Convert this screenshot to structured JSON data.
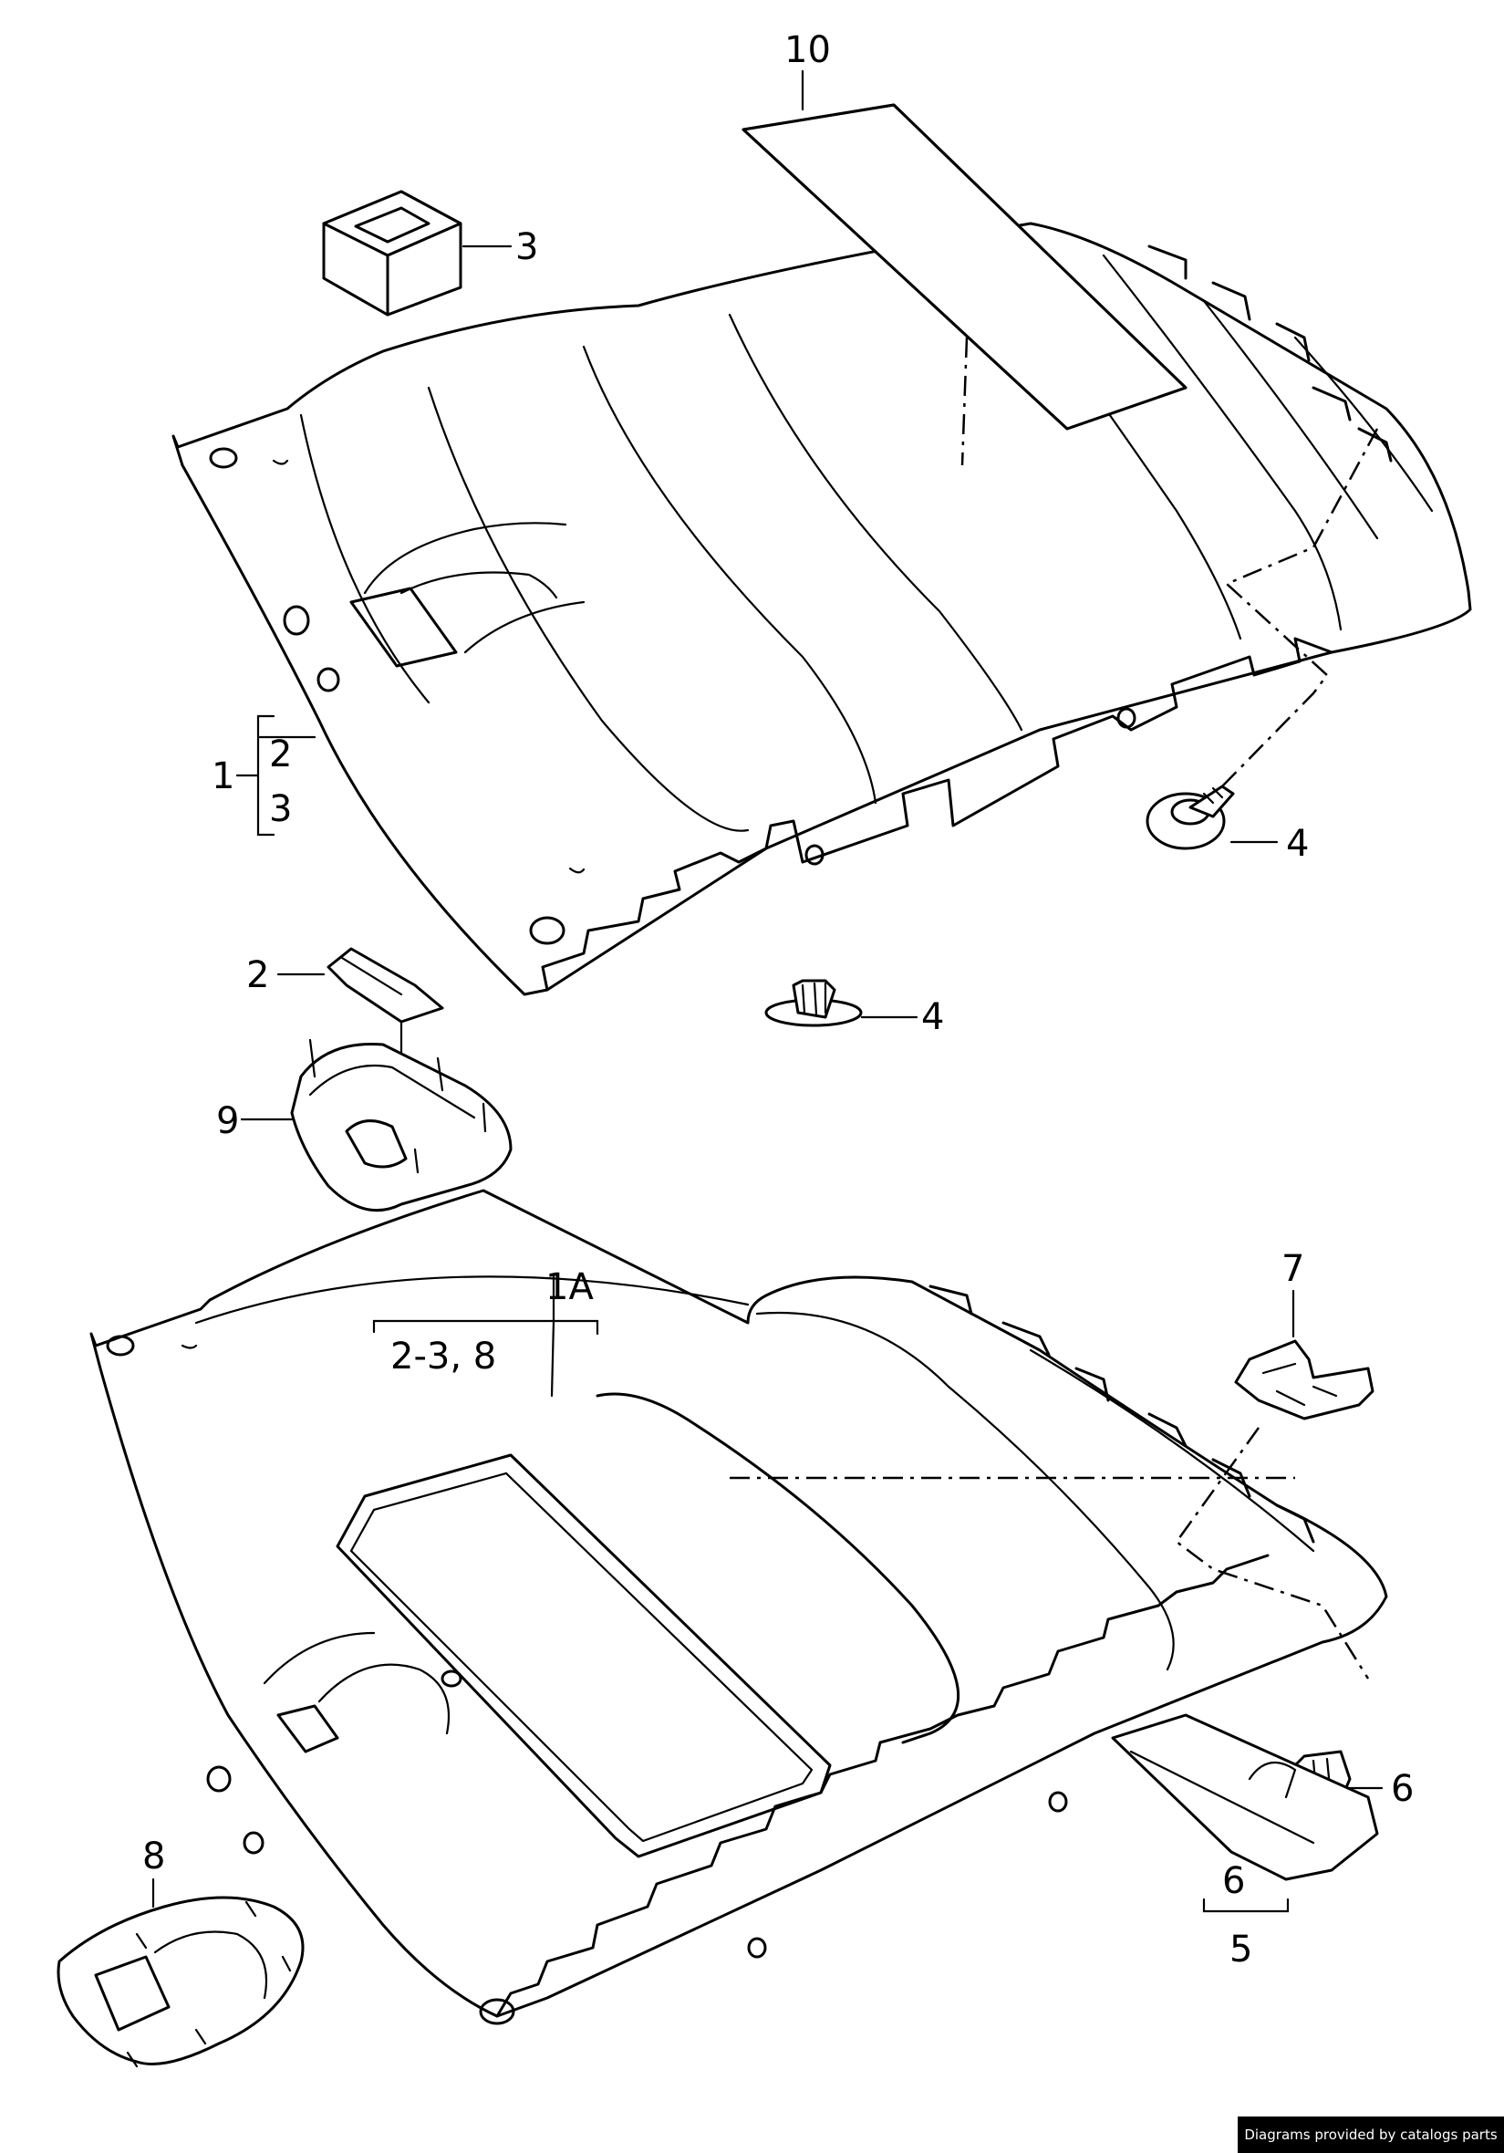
{
  "callouts": {
    "c10": "10",
    "c3": "3",
    "c1": "1",
    "c1_sub2": "2",
    "c1_sub3": "3",
    "c4a": "4",
    "c4b": "4",
    "c2": "2",
    "c9": "9",
    "c1A": "1A",
    "c1A_sub": "2-3, 8",
    "c7": "7",
    "c6a": "6",
    "c8": "8",
    "c6b": "6",
    "c5": "5"
  },
  "credit": "Diagrams provided by catalogs parts"
}
